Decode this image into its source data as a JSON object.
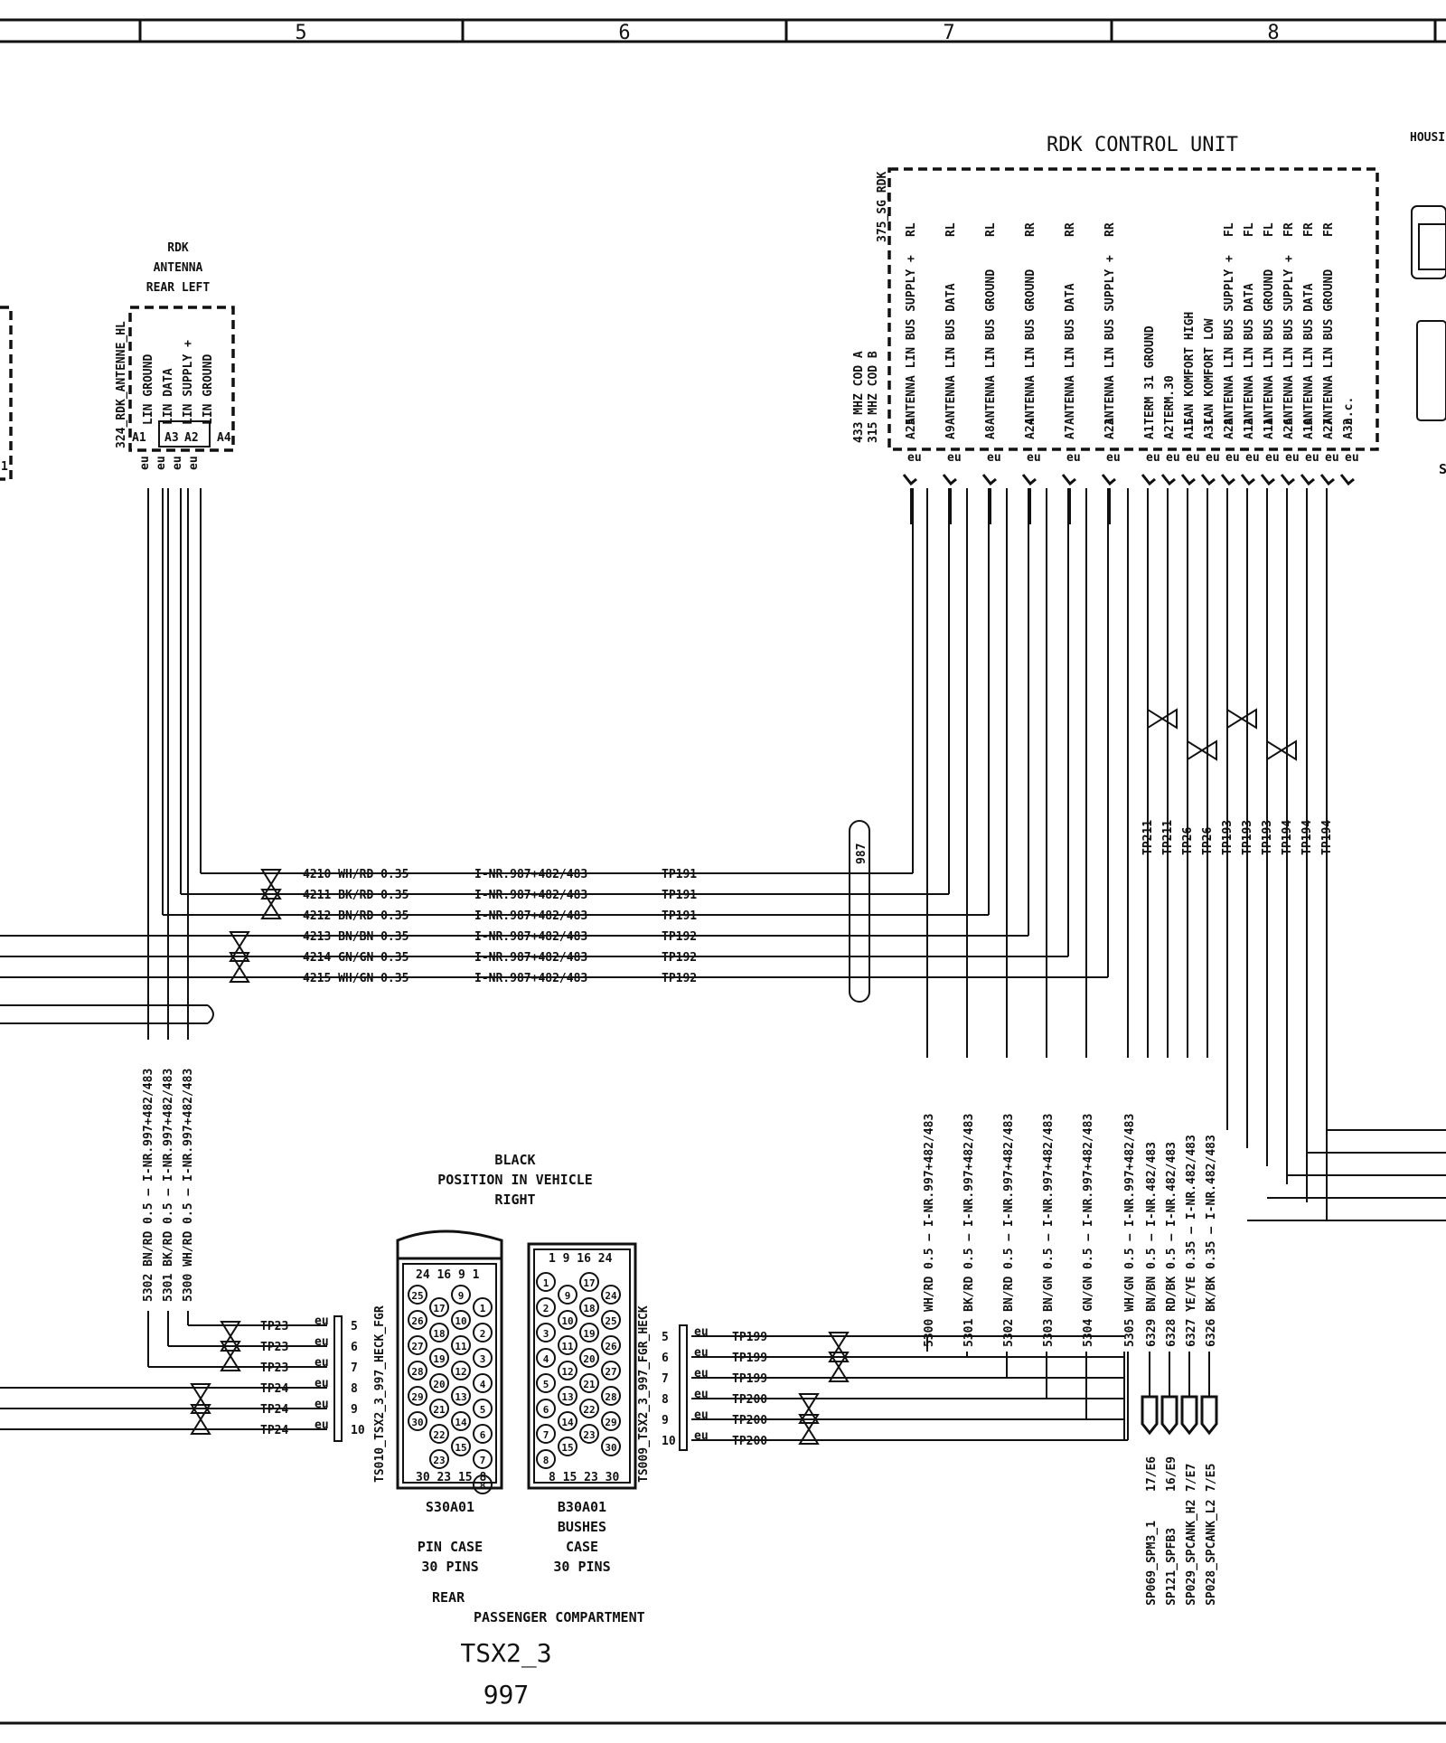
{
  "header": {
    "columns": [
      "5",
      "6",
      "7",
      "8"
    ]
  },
  "rdk_control_unit": {
    "title": "RDK CONTROL UNIT",
    "part_id": "375_SG_RDK",
    "side_note": [
      "433 MHZ COD A",
      "315 MHZ COD B"
    ],
    "pins": [
      {
        "pin": "A25",
        "func": "ANTENNA LIN BUS SUPPLY +",
        "pos": "RL"
      },
      {
        "pin": "A9",
        "func": "ANTENNA LIN BUS DATA",
        "pos": "RL"
      },
      {
        "pin": "A8",
        "func": "ANTENNA LIN BUS GROUND",
        "pos": "RL"
      },
      {
        "pin": "A24",
        "func": "ANTENNA LIN BUS GROUND",
        "pos": "RR"
      },
      {
        "pin": "A7",
        "func": "ANTENNA LIN BUS DATA",
        "pos": "RR"
      },
      {
        "pin": "A23",
        "func": "ANTENNA LIN BUS SUPPLY +",
        "pos": "RR"
      },
      {
        "pin": "A1",
        "func": "TERM 31 GROUND",
        "pos": ""
      },
      {
        "pin": "A2",
        "func": "TERM.30",
        "pos": ""
      },
      {
        "pin": "A15",
        "func": "CAN KOMFORT HIGH",
        "pos": ""
      },
      {
        "pin": "A31",
        "func": "CAN KOMFORT LOW",
        "pos": ""
      },
      {
        "pin": "A28",
        "func": "ANTENNA LIN BUS SUPPLY +",
        "pos": "FL"
      },
      {
        "pin": "A12",
        "func": "ANTENNA LIN BUS DATA",
        "pos": "FL"
      },
      {
        "pin": "A11",
        "func": "ANTENNA LIN BUS GROUND",
        "pos": "FL"
      },
      {
        "pin": "A26",
        "func": "ANTENNA LIN BUS SUPPLY +",
        "pos": "FR"
      },
      {
        "pin": "A10",
        "func": "ANTENNA LIN BUS DATA",
        "pos": "FR"
      },
      {
        "pin": "A27",
        "func": "ANTENNA LIN BUS GROUND",
        "pos": "FR"
      },
      {
        "pin": "A32",
        "func": "n.c.",
        "pos": ""
      }
    ],
    "tp_labels": [
      "TP211",
      "TP211",
      "TP26",
      "TP26",
      "TP193",
      "TP193",
      "TP193",
      "TP194",
      "TP194",
      "TP194"
    ]
  },
  "antenna": {
    "title": [
      "RDK",
      "ANTENNA",
      "REAR LEFT"
    ],
    "part_id": "324_RDK_ANTENNE_HL",
    "funcs": [
      "LIN GROUND",
      "LIN DATA",
      "LIN SUPPLY +",
      "LIN GROUND"
    ],
    "pins": [
      "A1",
      "A3",
      "A2",
      "A4"
    ]
  },
  "bus_wires": [
    {
      "label": "4210 WH/RD 0.35",
      "ref": "I-NR.987+482/483",
      "tp": "TP191"
    },
    {
      "label": "4211 BK/RD 0.35",
      "ref": "I-NR.987+482/483",
      "tp": "TP191"
    },
    {
      "label": "4212 BN/RD 0.35",
      "ref": "I-NR.987+482/483",
      "tp": "TP191"
    },
    {
      "label": "4213 BN/BN 0.35",
      "ref": "I-NR.987+482/483",
      "tp": "TP192"
    },
    {
      "label": "4214 GN/GN 0.35",
      "ref": "I-NR.987+482/483",
      "tp": "TP192"
    },
    {
      "label": "4215 WH/GN 0.35",
      "ref": "I-NR.987+482/483",
      "tp": "TP192"
    }
  ],
  "bundle_label": "987",
  "left_vertical_wires": [
    "5302 BN/RD 0.5 — I-NR.997+482/483",
    "5301 BK/RD 0.5 — I-NR.997+482/483",
    "5300 WH/RD 0.5 — I-NR.997+482/483"
  ],
  "right_vertical_wires": [
    "5300 WH/RD 0.5 — I-NR.997+482/483",
    "5301 BK/RD 0.5 — I-NR.997+482/483",
    "5302 BN/RD 0.5 — I-NR.997+482/483",
    "5303 BN/GN 0.5 — I-NR.997+482/483",
    "5304 GN/GN 0.5 — I-NR.997+482/483",
    "5305 WH/GN 0.5 — I-NR.997+482/483",
    "6329 BN/BN 0.5 — I-NR.482/483",
    "6328 RD/BK 0.5 — I-NR.482/483",
    "6327 YE/YE 0.35 — I-NR.482/483",
    "6326 BK/BK 0.35 — I-NR.482/483"
  ],
  "left_connector": {
    "part_id": "TS010_TSX2_3_997_HECK_FGR",
    "wires": [
      {
        "tp": "TP23",
        "pin": "5"
      },
      {
        "tp": "TP23",
        "pin": "6"
      },
      {
        "tp": "TP23",
        "pin": "7"
      },
      {
        "tp": "TP24",
        "pin": "8"
      },
      {
        "tp": "TP24",
        "pin": "9"
      },
      {
        "tp": "TP24",
        "pin": "10"
      }
    ]
  },
  "right_connector": {
    "part_id": "TS009_TSX2_3_997_FGR_HECK",
    "wires": [
      {
        "tp": "TP199",
        "pin": "5"
      },
      {
        "tp": "TP199",
        "pin": "6"
      },
      {
        "tp": "TP199",
        "pin": "7"
      },
      {
        "tp": "TP200",
        "pin": "8"
      },
      {
        "tp": "TP200",
        "pin": "9"
      },
      {
        "tp": "TP200",
        "pin": "10"
      }
    ]
  },
  "connector_view": {
    "heading": [
      "BLACK",
      "POSITION IN VEHICLE",
      "RIGHT"
    ],
    "pin_case": {
      "id": "S30A01",
      "desc": [
        "PIN CASE",
        "30 PINS"
      ],
      "top": "24  16  9   1",
      "bottom": "30 23  15   8"
    },
    "bushes_case": {
      "id": "B30A01",
      "desc": [
        "BUSHES",
        "CASE",
        "30 PINS"
      ],
      "top": "1   9   16 24",
      "bottom": "8  15  23 30"
    },
    "rear": "REAR",
    "compartment": "PASSENGER COMPARTMENT",
    "name": "TSX2_3",
    "model": "997"
  },
  "splices": [
    {
      "grid": "17/E6",
      "id": "SP069_SPM3_1"
    },
    {
      "grid": "16/E9",
      "id": "SP121_SPFB3"
    },
    {
      "grid": "7/E7",
      "id": "SP029_SPCANK_H2"
    },
    {
      "grid": "7/E5",
      "id": "SP028_SPCANK_L2"
    }
  ],
  "housing": {
    "label": "HOUSI",
    "sub": "S"
  },
  "pin_tag": "eu"
}
